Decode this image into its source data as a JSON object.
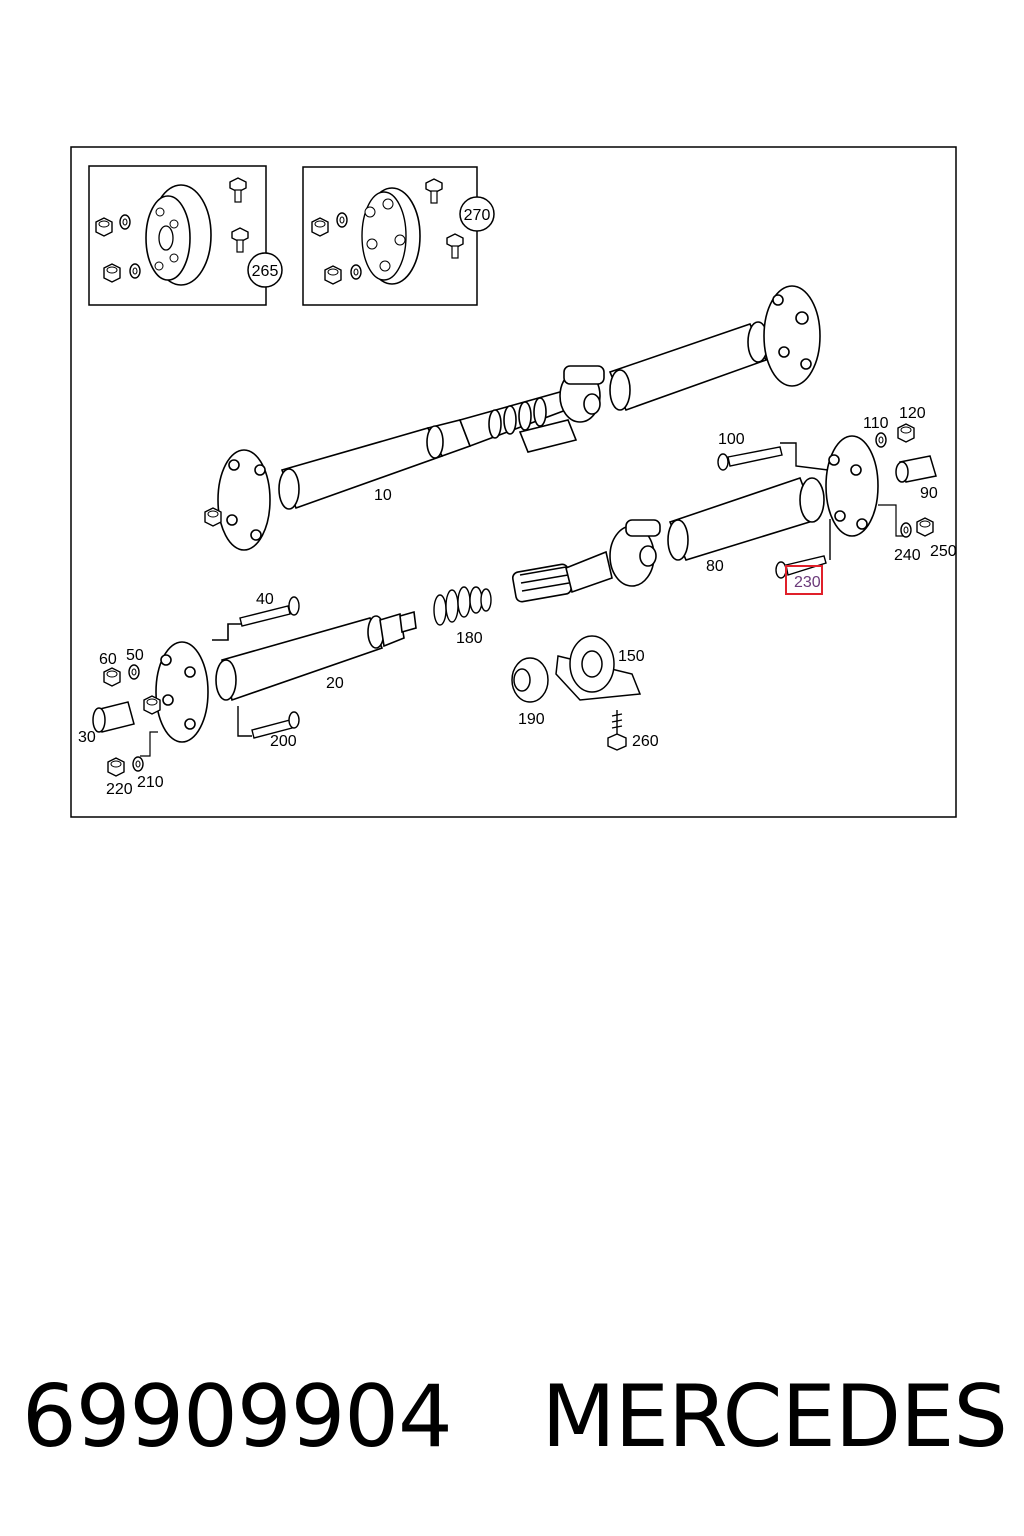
{
  "diagram": {
    "labels": {
      "p10": "10",
      "p20": "20",
      "p30": "30",
      "p40": "40",
      "p50": "50",
      "p60": "60",
      "p80": "80",
      "p90": "90",
      "p100": "100",
      "p110": "110",
      "p120": "120",
      "p150": "150",
      "p180": "180",
      "p190": "190",
      "p200": "200",
      "p210": "210",
      "p220": "220",
      "p230": "230",
      "p240": "240",
      "p250": "250",
      "p260": "260",
      "p265": "265",
      "p270": "270"
    },
    "highlight_color": "#e0202a"
  },
  "caption": {
    "part_number": "69909904",
    "brand": "MERCEDES"
  }
}
